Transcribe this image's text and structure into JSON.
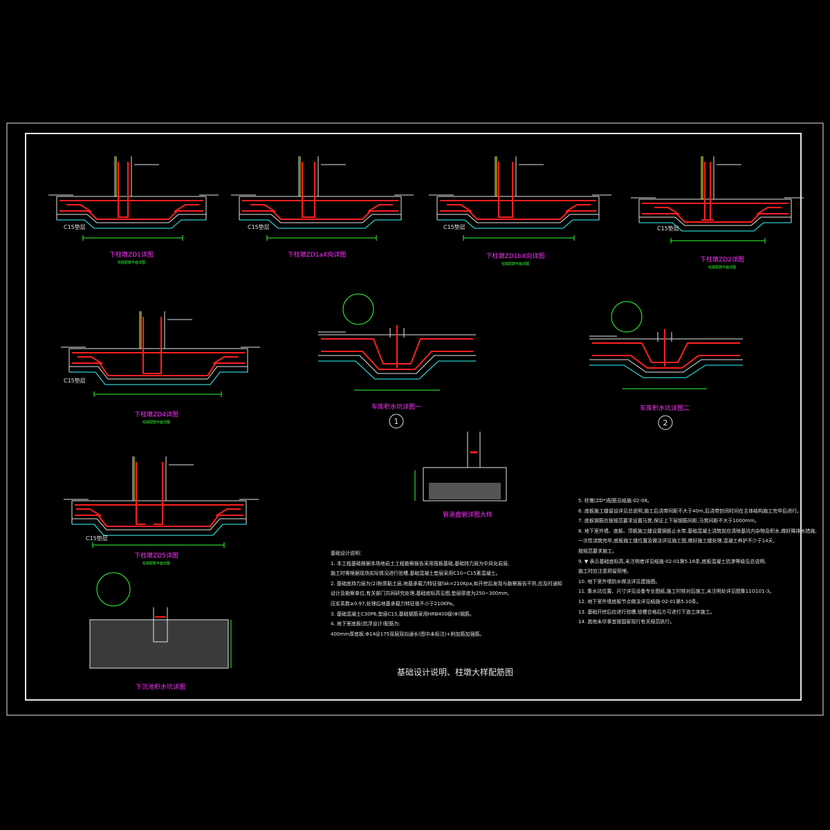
{
  "drawing_title": "基础设计说明、柱墩大样配筋图",
  "details": [
    {
      "id": "zd1",
      "label": "下柱墩ZD1详图",
      "sub": "柱底配筋平面详图"
    },
    {
      "id": "zd1ax",
      "label": "下柱墩ZD1aX向详图",
      "sub": ""
    },
    {
      "id": "zd1bx",
      "label": "下柱墩ZD1bX向详图",
      "sub": "柱底配筋平面详图"
    },
    {
      "id": "zd2",
      "label": "下柱墩ZD2详图",
      "sub": "柱底配筋平面详图"
    },
    {
      "id": "zd4",
      "label": "下柱墩ZD4详图",
      "sub": "柱底配筋平面详图"
    },
    {
      "id": "zd5",
      "label": "下柱墩ZD5详图",
      "sub": "柱底配筋平面详图"
    },
    {
      "id": "sump1",
      "label": "车库积水坑详图一",
      "sub": ""
    },
    {
      "id": "sump2",
      "label": "车库积水坑详图二",
      "sub": ""
    },
    {
      "id": "pipe",
      "label": "管道盘管详图大样",
      "sub": ""
    },
    {
      "id": "shallow",
      "label": "下沉池积水坑详图",
      "sub": ""
    }
  ],
  "circle_numbers": [
    "1",
    "2"
  ],
  "c15_label": "C15垫层",
  "notes_left": {
    "heading": "基础设计说明：",
    "items": [
      "1. 本工程基础根据本场地岩土工程勘察报告采用筏板基础,基础持力层为中风化岩层,",
      "   施工时需根据现场实际情况进行验槽,基础混凝土垫层采用C10~C15素混凝土。",
      "2. 基础底持力层为(2)粉质黏土层,地基承载力特征值fak=210Kpa,如开挖后发现与勘察报告不符,应及时通知",
      "   设计及勘察单位,有关部门共同研究处理,基础底标高见图,垫层厚度为250~300mm,",
      "   压实系数≥0.97,处理后地基承载力特征值不小于210KPa。",
      "3. 基础混凝土C30P6,垫层C15,基础钢筋采用HRB400级(Φ)钢筋。",
      "4. 地下室底板(抗浮设计)配筋为:",
      "   400mm厚底板:Φ14@175双层双向通长(图中未标注)+附加筋加强筋。"
    ]
  },
  "notes_right": [
    "5. 柱墩(ZD*)配筋见结施-02-08。",
    "6. 底板施工缝留设详见总说明,施工后浇带间距不大于40m,后浇带封闭时间在主体结构施工完毕后进行。",
    "7. 底板钢筋应按规范要求设置马凳,保证上下层钢筋间距,马凳间距不大于1000mm。",
    "8. 地下室外墙、底板、顶板施工缝设置钢板止水带,基础混凝土浇筑前应清除基坑内杂物及积水,做好降排水措施,",
    "   一次性浇筑完毕,底板施工缝位置及做法详见施工图,做好施工缝处理,混凝土养护不少于14天,",
    "   按规范要求施工。",
    "9. ▼ 表示基础底标高,未注明者详见结施-02-01第5.16条,底板混凝土抗渗等级见总说明,",
    "   施工时应注意预留预埋。",
    "10. 地下室外墙防水做法详见建施图。",
    "11. 集水坑位置、尺寸详见设备专业图纸,施工时核对后施工,未注明处详见图集11G101-3。",
    "12. 地下室外墙底板节点做法详见结施-02-01第5.10条。",
    "13. 基础开挖后应进行验槽,验槽合格后方可进行下道工序施工。",
    "14. 其他未尽事宜按国家现行有关规范执行。"
  ]
}
